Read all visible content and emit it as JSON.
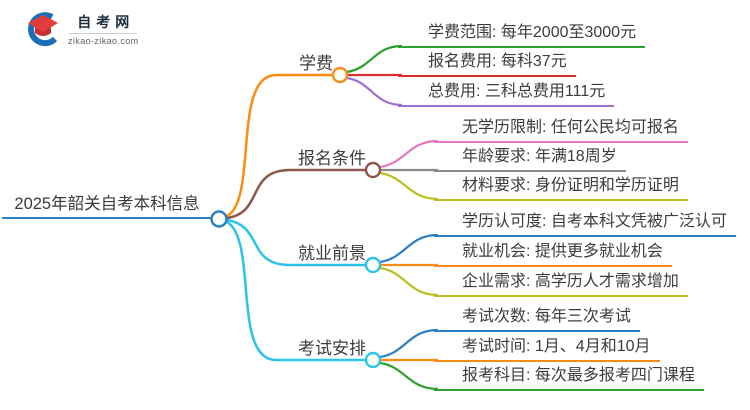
{
  "logo": {
    "site_name": "自考网",
    "site_url": "zikao-zikao.com",
    "icon": "graduation-cap-icon"
  },
  "palette": {
    "root_blue": "#2a7fc5",
    "orange": "#fa8c16",
    "green": "#2ca02c",
    "red": "#d9302f",
    "purple": "#9e6fd1",
    "brown": "#8c564b",
    "pink": "#e377c2",
    "gray": "#8a8a8a",
    "olive": "#bcbd22",
    "cyan": "#2cc3e8",
    "leaf_blue": "#2a7fc5",
    "text": "#3c3c3c",
    "node_fill": "#ffffff"
  },
  "mindmap": {
    "root": {
      "label": "2025年韶关自考本科信息",
      "color": "#2a7fc5"
    },
    "branches": [
      {
        "label": "学费",
        "color": "#fa8c16",
        "children": [
          {
            "text": "学费范围: 每年2000至3000元",
            "color": "#2ca02c"
          },
          {
            "text": "报名费用: 每科37元",
            "color": "#d9302f"
          },
          {
            "text": "总费用: 三科总费用111元",
            "color": "#9e6fd1"
          }
        ]
      },
      {
        "label": "报名条件",
        "color": "#8c564b",
        "children": [
          {
            "text": "无学历限制: 任何公民均可报名",
            "color": "#e377c2"
          },
          {
            "text": "年龄要求: 年满18周岁",
            "color": "#8a8a8a"
          },
          {
            "text": "材料要求: 身份证明和学历证明",
            "color": "#bcbd22"
          }
        ]
      },
      {
        "label": "就业前景",
        "color": "#2cc3e8",
        "children": [
          {
            "text": "学历认可度: 自考本科文凭被广泛认可",
            "color": "#2a7fc5"
          },
          {
            "text": "就业机会: 提供更多就业机会",
            "color": "#fa8c16"
          },
          {
            "text": "企业需求: 高学历人才需求增加",
            "color": "#bcbd22"
          }
        ]
      },
      {
        "label": "考试安排",
        "color": "#2cc3e8",
        "children": [
          {
            "text": "考试次数: 每年三次考试",
            "color": "#2a7fc5"
          },
          {
            "text": "考试时间: 1月、4月和10月",
            "color": "#fa8c16"
          },
          {
            "text": "报考科目: 每次最多报考四门课程",
            "color": "#2ca02c"
          }
        ]
      }
    ]
  }
}
